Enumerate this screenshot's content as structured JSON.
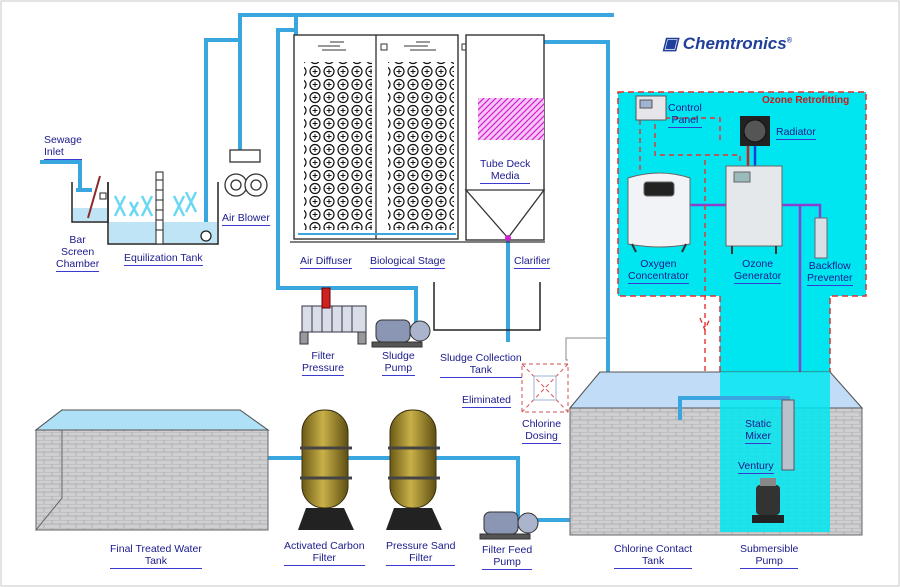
{
  "brand": {
    "name": "Chemtronics",
    "mark": "®"
  },
  "retrofit_title": "Ozone Retrofitting",
  "labels": {
    "sewage_inlet": [
      "Sewage",
      "Inlet"
    ],
    "bar_screen": [
      "Bar",
      "Screen",
      "Chamber"
    ],
    "equalization_tank": [
      "Equilization Tank"
    ],
    "air_blower": [
      "Air Blower"
    ],
    "air_diffuser": [
      "Air Diffuser"
    ],
    "biological_stage": [
      "Biological Stage"
    ],
    "tube_deck": [
      "Tube Deck",
      "Media"
    ],
    "clarifier": [
      "Clarifier"
    ],
    "control_panel": [
      "Control",
      "Panel"
    ],
    "radiator": [
      "Radiator"
    ],
    "oxygen_concentrator": [
      "Oxygen",
      "Concentrator"
    ],
    "ozone_generator": [
      "Ozone",
      "Generator"
    ],
    "backflow_preventer": [
      "Backflow",
      "Preventer"
    ],
    "filter_pressure": [
      "Filter",
      "Pressure"
    ],
    "sludge_pump": [
      "Sludge",
      "Pump"
    ],
    "sludge_collection": [
      "Sludge Collection",
      "Tank"
    ],
    "eliminated": [
      "Eliminated"
    ],
    "chlorine_dosing": [
      "Chlorine",
      "Dosing"
    ],
    "static_mixer": [
      "Static",
      "Mixer"
    ],
    "ventury": [
      "Ventury"
    ],
    "final_treated": [
      "Final Treated Water",
      "Tank"
    ],
    "carbon_filter": [
      "Activated Carbon",
      "Filter"
    ],
    "sand_filter": [
      "Pressure Sand",
      "Filter"
    ],
    "filter_feed_pump": [
      "Filter Feed",
      "Pump"
    ],
    "chlorine_contact": [
      "Chlorine Contact",
      "Tank"
    ],
    "submersible_pump": [
      "Submersible",
      "Pump"
    ]
  },
  "colors": {
    "pipe": "#3aa6e0",
    "ozone_zone": "#00e6f0",
    "ozone_line": "#8a3fd0",
    "control_line": "#e83030",
    "tube_media": "#e040e0",
    "brick": "#c9c9cc",
    "label_text": "#1a1a8c"
  }
}
